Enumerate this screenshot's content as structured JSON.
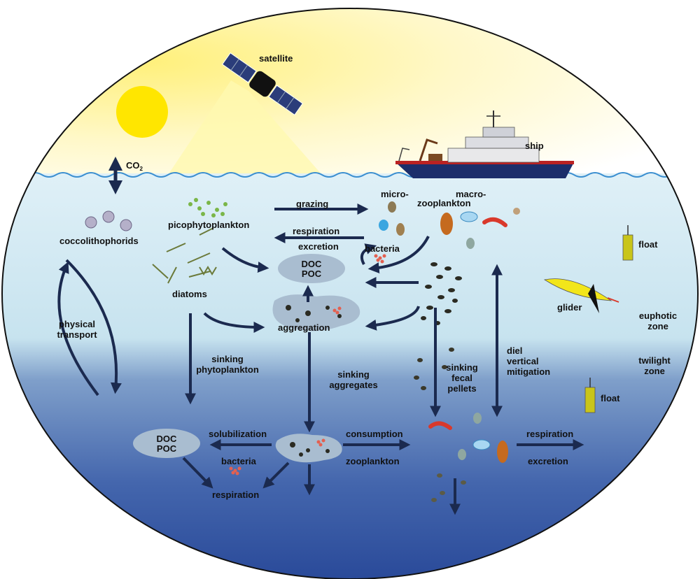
{
  "labels": {
    "satellite": "satellite",
    "co2": "CO",
    "co2_sub": "2",
    "ship": "ship",
    "coccolithophorids": "coccolithophorids",
    "picophytoplankton": "picophytoplankton",
    "diatoms": "diatoms",
    "grazing": "grazing",
    "micro": "micro-",
    "macro": "macro-",
    "zooplankton_top": "zooplankton",
    "respiration_top": "respiration",
    "excretion_top": "excretion",
    "bacteria_top": "bacteria",
    "doc_top": "DOC",
    "poc_top": "POC",
    "aggregation": "aggregation",
    "physical": "physical",
    "transport": "transport",
    "sinking_phyto_1": "sinking",
    "sinking_phyto_2": "phytoplankton",
    "sinking_agg_1": "sinking",
    "sinking_agg_2": "aggregates",
    "sinking_fecal_1": "sinking",
    "sinking_fecal_2": "fecal",
    "sinking_fecal_3": "pellets",
    "diel_1": "diel",
    "diel_2": "vertical",
    "diel_3": "mitigation",
    "float_top": "float",
    "float_bottom": "float",
    "glider": "glider",
    "euphotic_1": "euphotic",
    "euphotic_2": "zone",
    "twilight_1": "twilight",
    "twilight_2": "zone",
    "doc_bottom": "DOC",
    "poc_bottom": "POC",
    "solubilization": "solubilization",
    "bacteria_bottom": "bacteria",
    "respiration_bottom_left": "respiration",
    "consumption": "consumption",
    "zooplankton_bottom": "zooplankton",
    "respiration_bottom_right": "respiration",
    "excretion_bottom_right": "excretion"
  },
  "colors": {
    "sun": "#ffe600",
    "sky": "#fff6a8",
    "surface_water": "#d5ecf5",
    "deep_water": "#2e4f9a",
    "arrow": "#1b2a4f",
    "ship_hull": "#1c2e6b",
    "float": "#c9c51a",
    "glider": "#f2e61a",
    "doc_oval": "#a9bdd0",
    "bacteria": "#e36050"
  }
}
